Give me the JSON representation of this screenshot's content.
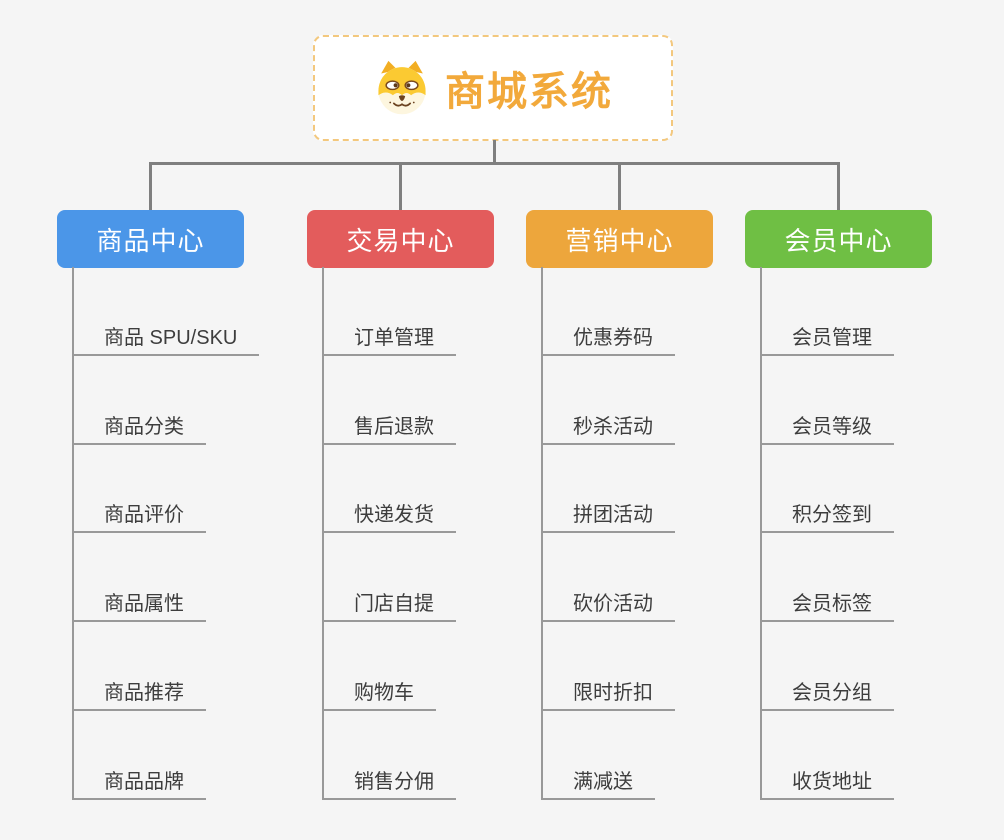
{
  "root": {
    "title": "商城系统",
    "icon": "dog-face-icon"
  },
  "colors": {
    "background": "#f5f5f5",
    "root_accent": "#f2a93b",
    "root_border": "#f3c87e",
    "connector": "#7f7f7f",
    "child_line": "#999999",
    "child_text": "#3d3d3d"
  },
  "branches": [
    {
      "label": "商品中心",
      "color": "#4b96e8",
      "children": [
        "商品 SPU/SKU",
        "商品分类",
        "商品评价",
        "商品属性",
        "商品推荐",
        "商品品牌"
      ]
    },
    {
      "label": "交易中心",
      "color": "#e35c5c",
      "children": [
        "订单管理",
        "售后退款",
        "快递发货",
        "门店自提",
        "购物车",
        "销售分佣"
      ]
    },
    {
      "label": "营销中心",
      "color": "#eda63c",
      "children": [
        "优惠券码",
        "秒杀活动",
        "拼团活动",
        "砍价活动",
        "限时折扣",
        "满减送"
      ]
    },
    {
      "label": "会员中心",
      "color": "#6fbf44",
      "children": [
        "会员管理",
        "会员等级",
        "积分签到",
        "会员标签",
        "会员分组",
        "收货地址"
      ]
    }
  ]
}
